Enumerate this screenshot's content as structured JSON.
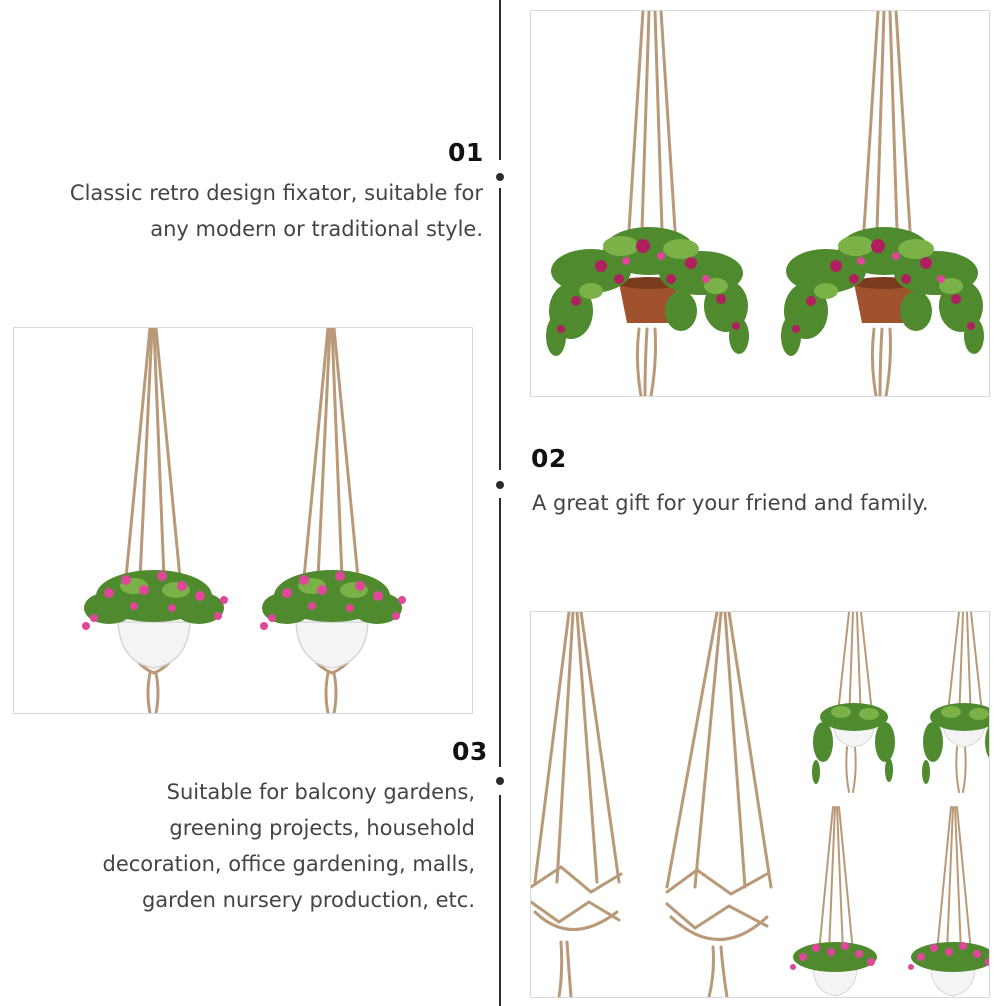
{
  "features": [
    {
      "number": "01",
      "text_lines": [
        "Classic retro design fixator, suitable for",
        "any modern or traditional style."
      ]
    },
    {
      "number": "02",
      "text_lines": [
        "A great gift for your friend and family."
      ]
    },
    {
      "number": "03",
      "text_lines": [
        "Suitable for balcony gardens,",
        "greening projects, household",
        "decoration, office gardening, malls,",
        "garden nursery production, etc."
      ]
    }
  ],
  "colors": {
    "rope": "#b89a78",
    "rope_dark": "#9c7f5e",
    "leaf": "#4f8a2f",
    "leaf_light": "#7bb247",
    "flower_pink": "#e0479b",
    "flower_magenta": "#b0205e",
    "pot_terracotta": "#a0522d",
    "pot_white": "#f4f4f4",
    "line": "#2b2b2b"
  }
}
